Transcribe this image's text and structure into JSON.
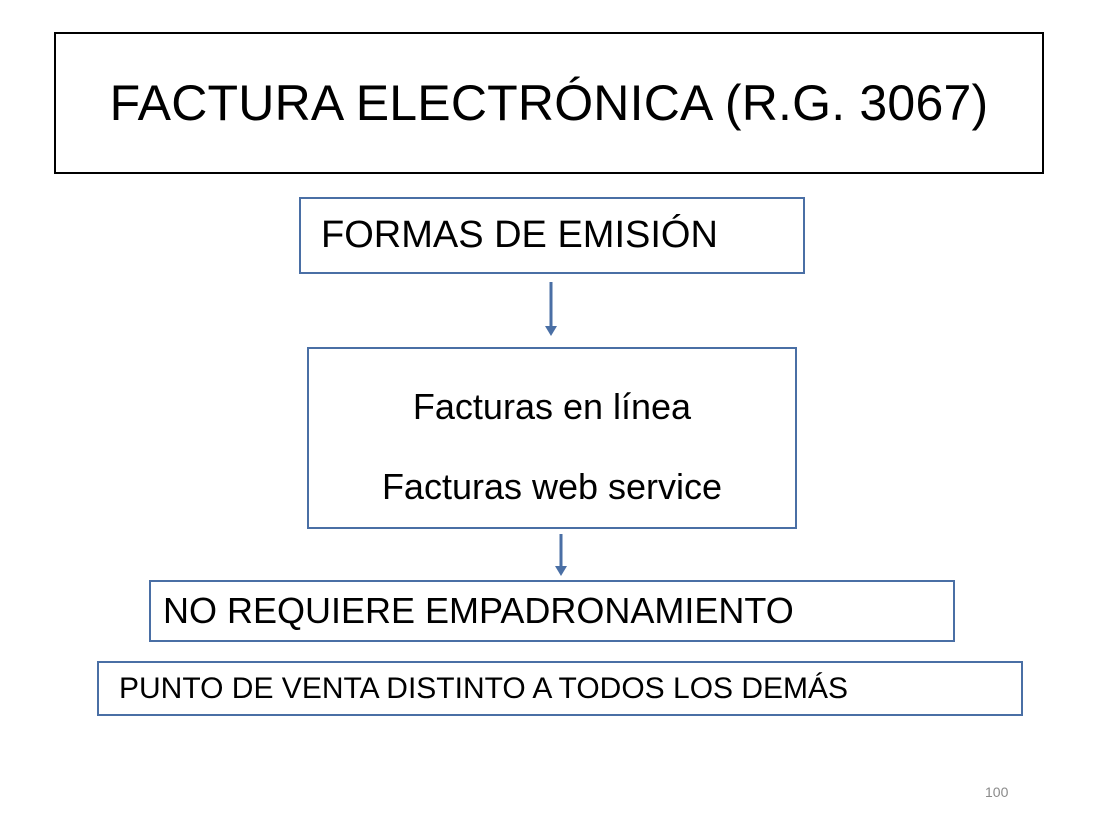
{
  "title": "FACTURA ELECTRÓNICA (R.G. 3067)",
  "formas": "FORMAS DE EMISIÓN",
  "facturas": {
    "line1": "Facturas en línea",
    "line2": "Facturas web service"
  },
  "requirement": "NO REQUIERE EMPADRONAMIENTO",
  "punto_venta": "PUNTO DE VENTA DISTINTO A TODOS LOS DEMÁS",
  "page_number": "100",
  "colors": {
    "box_border": "#4a6fa5",
    "arrow": "#4a6fa5",
    "title_border": "#000000"
  },
  "icons": [
    "arrow-down-icon"
  ]
}
